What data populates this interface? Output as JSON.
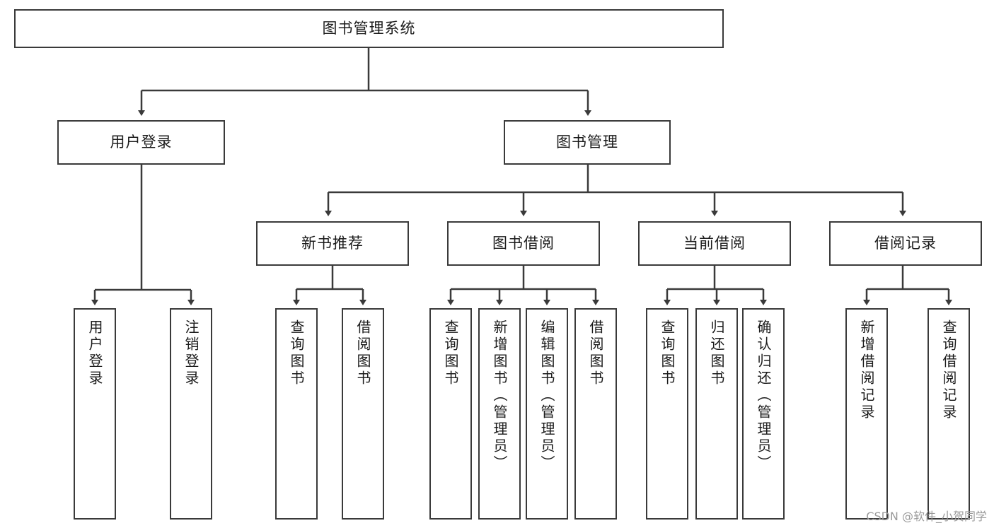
{
  "diagram": {
    "title": "图书管理系统",
    "type": "tree-hierarchy-chart",
    "root": {
      "id": "root",
      "label": "图书管理系统"
    },
    "level1": [
      {
        "id": "user-login",
        "label": "用户登录"
      },
      {
        "id": "book-manage",
        "label": "图书管理"
      }
    ],
    "level2": [
      {
        "id": "new-book-rec",
        "label": "新书推荐"
      },
      {
        "id": "book-borrow",
        "label": "图书借阅"
      },
      {
        "id": "current-borrow",
        "label": "当前借阅"
      },
      {
        "id": "borrow-record",
        "label": "借阅记录"
      }
    ],
    "leaves": {
      "user_login": [
        {
          "id": "leaf-user-login",
          "label": "用户登录"
        },
        {
          "id": "leaf-logout-login",
          "label": "注销登录"
        }
      ],
      "new_book_rec": [
        {
          "id": "leaf-query-book-1",
          "label": "查询图书"
        },
        {
          "id": "leaf-borrow-book-1",
          "label": "借阅图书"
        }
      ],
      "book_borrow": [
        {
          "id": "leaf-query-book-2",
          "label": "查询图书"
        },
        {
          "id": "leaf-add-book",
          "label": "新增图书（管理员）"
        },
        {
          "id": "leaf-edit-book",
          "label": "编辑图书（管理员）"
        },
        {
          "id": "leaf-borrow-book-2",
          "label": "借阅图书"
        }
      ],
      "current_borrow": [
        {
          "id": "leaf-query-book-3",
          "label": "查询图书"
        },
        {
          "id": "leaf-return-book",
          "label": "归还图书"
        },
        {
          "id": "leaf-confirm-return",
          "label": "确认归还（管理员）"
        }
      ],
      "borrow_record": [
        {
          "id": "leaf-add-record",
          "label": "新增借阅记录"
        },
        {
          "id": "leaf-query-record",
          "label": "查询借阅记录"
        }
      ]
    }
  },
  "watermark": {
    "text": "CSDN @软件_小贺同学"
  },
  "colors": {
    "border": "#3a3a3a",
    "text": "#1b1b1b",
    "background": "#ffffff",
    "watermark": "#9a9a9a"
  }
}
